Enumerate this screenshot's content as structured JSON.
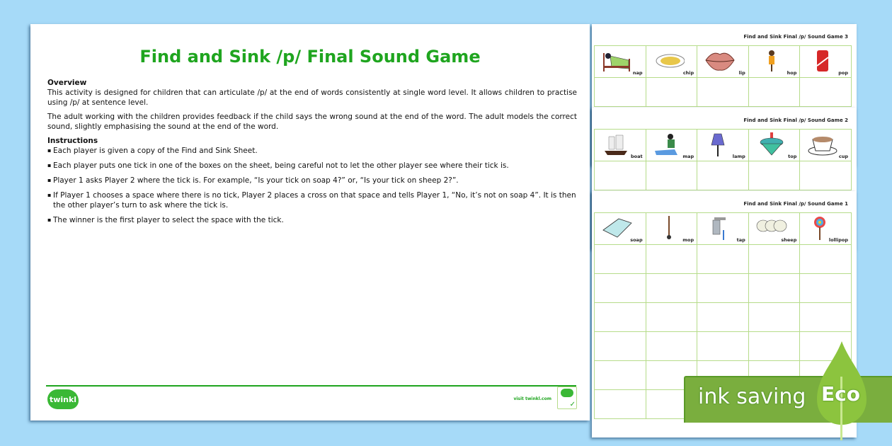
{
  "document": {
    "title": "Find and Sink /p/ Final Sound Game",
    "overview_heading": "Overview",
    "overview_paragraphs": [
      "This activity is designed for children that can articulate /p/ at the end of words consistently at single word level. It allows children to practise using /p/ at sentence level.",
      "The adult working with the children provides feedback if the child says the wrong sound at the end of the word. The adult models the correct sound, slightly emphasising the sound at the end of the word."
    ],
    "instructions_heading": "Instructions",
    "instructions": [
      "Each player is given a copy of the Find and Sink Sheet.",
      "Each player puts one tick in one of the boxes on the sheet, being careful not to let the other player see where their tick is.",
      "Player 1 asks Player 2 where the tick is. For example, “Is your tick on soap 4?” or, “Is your tick on sheep 2?”.",
      "If Player 1 chooses a space where there is no tick, Player 2 places a cross on that space and tells Player 1, “No, it’s not on soap 4”.  It is then the other player’s turn to ask where the tick is.",
      "The winner is the first player to select the space with the tick."
    ],
    "footer": {
      "logo_text": "twinkl",
      "visit_text": "visit twinkl.com"
    }
  },
  "sheets": [
    {
      "title": "Find and Sink Final /p/ Sound Game 3",
      "words": [
        "nap",
        "chip",
        "lip",
        "hop",
        "pop"
      ]
    },
    {
      "title": "Find and Sink Final /p/ Sound Game 2",
      "words": [
        "boat",
        "map",
        "lamp",
        "top",
        "cup"
      ]
    },
    {
      "title": "Find and Sink Final /p/ Sound Game 1",
      "words": [
        "soap",
        "mop",
        "tap",
        "sheep",
        "lollipop"
      ]
    }
  ],
  "eco_banner": {
    "text": "ink saving",
    "label": "Eco"
  },
  "colors": {
    "background": "#a6daf8",
    "title_green": "#1fa51f",
    "grid_green": "#b6dc8a",
    "eco_green": "#7aae3e"
  }
}
